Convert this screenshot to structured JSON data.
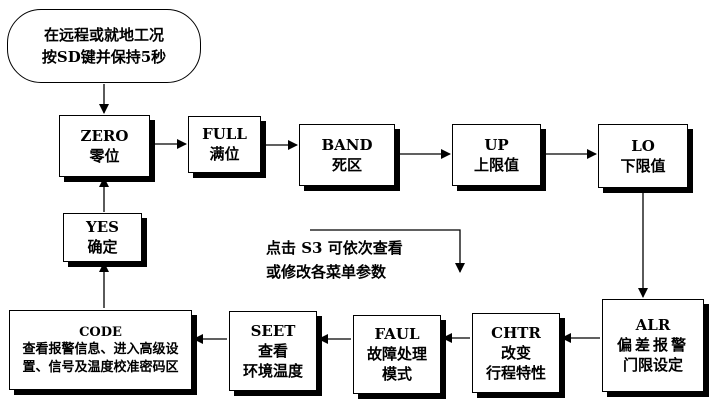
{
  "start": {
    "line1": "在远程或就地工况",
    "line2": "按SD键并保持5秒"
  },
  "boxes": {
    "zero": {
      "title": "ZERO",
      "sub": "零位"
    },
    "full": {
      "title": "FULL",
      "sub": "满位"
    },
    "band": {
      "title": "BAND",
      "sub": "死区"
    },
    "up": {
      "title": "UP",
      "sub": "上限值"
    },
    "lo": {
      "title": "LO",
      "sub": "下限值"
    },
    "yes": {
      "title": "YES",
      "sub": "确定"
    },
    "alr": {
      "title": "ALR",
      "sub1": "偏差报警",
      "sub2": "门限设定"
    },
    "chtr": {
      "title": "CHTR",
      "sub1": "改变",
      "sub2": "行程特性"
    },
    "faul": {
      "title": "FAUL",
      "sub1": "故障处理",
      "sub2": "模式"
    },
    "seet": {
      "title": "SEET",
      "sub1": "查看",
      "sub2": "环境温度"
    },
    "code": {
      "title": "CODE",
      "sub1": "查看报警信息、进入高级设",
      "sub2": "置、信号及温度校准密码区"
    }
  },
  "note": {
    "line1": "点击 S3 可依次查看",
    "line2": "或修改各菜单参数"
  }
}
